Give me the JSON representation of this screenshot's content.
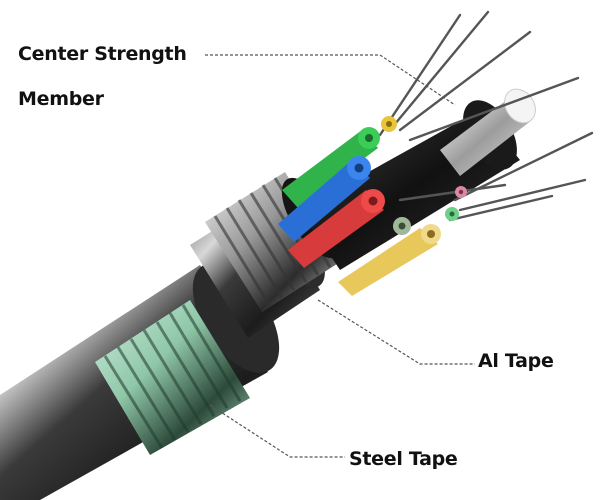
{
  "diagram": {
    "subject": "Armored fiber optic cable cutaway",
    "labels": [
      {
        "id": "center-strength-member",
        "lines": [
          "Center Strength",
          "Member"
        ]
      },
      {
        "id": "al-tape",
        "lines": [
          "Al Tape"
        ]
      },
      {
        "id": "steel-tape",
        "lines": [
          "Steel Tape"
        ]
      }
    ],
    "colors": {
      "text": "#111111",
      "leader": "#555555",
      "sheath": "#2b2b2b",
      "steel_tape_tint": "#a9d8bf",
      "tube_green": "#2fb34a",
      "tube_blue": "#2a6fd6",
      "tube_red": "#d83b3b",
      "tube_yellow": "#e8c53a",
      "tube_gray_green": "#9fb89a",
      "tube_pink": "#d98aa0",
      "tube_light_green": "#6fd08a",
      "tube_cream": "#f0d98a",
      "center_member": "#e8e8e8"
    }
  }
}
